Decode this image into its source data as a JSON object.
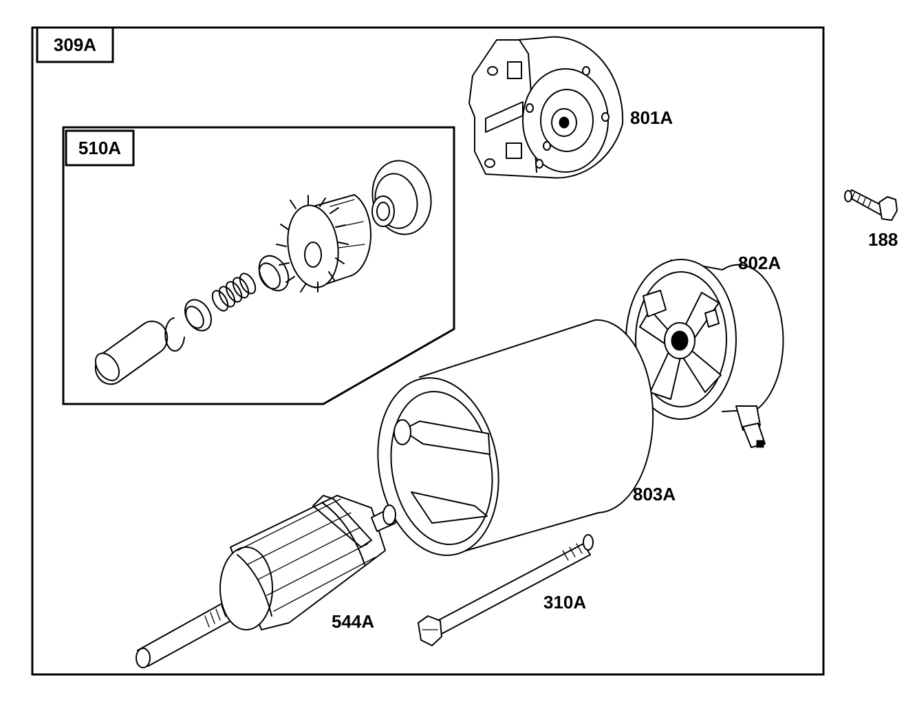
{
  "diagram": {
    "assembly_label": "309A",
    "drive_kit_label": "510A",
    "parts": {
      "end_cap_drive": "801A",
      "screw": "188",
      "end_cap_commutator": "802A",
      "housing": "803A",
      "armature": "544A",
      "through_bolt": "310A"
    }
  }
}
